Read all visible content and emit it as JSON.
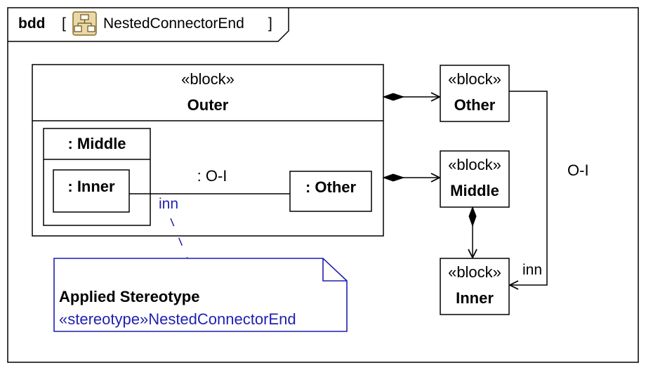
{
  "frame": {
    "kind": "bdd",
    "name": "NestedConnectorEnd"
  },
  "blocks": {
    "outer": {
      "stereotype": "«block»",
      "name": "Outer"
    },
    "other": {
      "stereotype": "«block»",
      "name": "Other"
    },
    "middle": {
      "stereotype": "«block»",
      "name": "Middle"
    },
    "inner": {
      "stereotype": "«block»",
      "name": "Inner"
    }
  },
  "parts": {
    "middle": ": Middle",
    "inner": ": Inner",
    "other": ": Other"
  },
  "connector": {
    "name": ": O-I",
    "end_label": "inn"
  },
  "association": {
    "name": "O-I",
    "end_label": "inn"
  },
  "note": {
    "title": "Applied Stereotype",
    "body": "«stereotype»NestedConnectorEnd"
  },
  "colors": {
    "note_border": "#1f1fb3",
    "note_text": "#1f1fb3",
    "icon_fill": "#e9d9a6",
    "icon_stroke": "#8a6d2b"
  },
  "icons": {
    "frame_icon": "structure-diagram-icon"
  }
}
